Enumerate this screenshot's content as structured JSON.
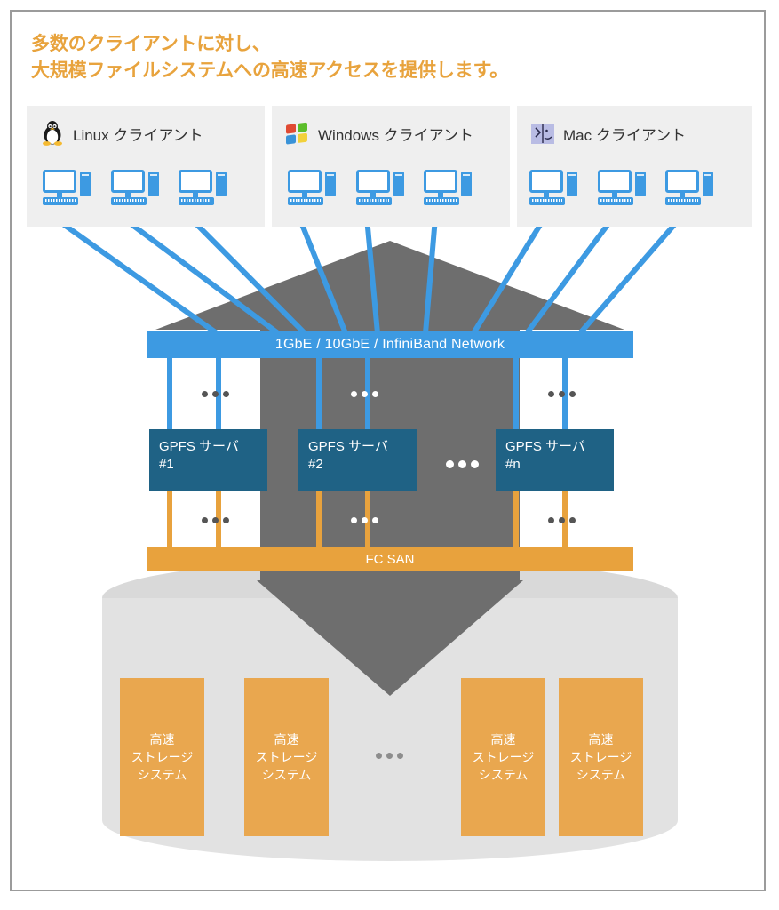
{
  "title": {
    "line1": "多数のクライアントに対し、",
    "line2": "大規模ファイルシステムへの高速アクセスを提供します。",
    "color": "#e8a33d"
  },
  "clients": [
    {
      "id": "linux",
      "label": "Linux クライアント",
      "os_icon": "tux-penguin-icon",
      "count": 3
    },
    {
      "id": "windows",
      "label": "Windows クライアント",
      "os_icon": "windows-flag-icon",
      "count": 3
    },
    {
      "id": "mac",
      "label": "Mac クライアント",
      "os_icon": "mac-finder-face-icon",
      "count": 3
    }
  ],
  "network": {
    "label": "1GbE / 10GbE / InfiniBand Network",
    "color": "#3d9ae2"
  },
  "servers": [
    {
      "id": "srv-1",
      "line1": "GPFS サーバ",
      "line2": "#1"
    },
    {
      "id": "srv-2",
      "line1": "GPFS サーバ",
      "line2": "#2"
    },
    {
      "id": "srv-n",
      "line1": "GPFS サーバ",
      "line2": "#n"
    }
  ],
  "fabric": {
    "label": "FC SAN",
    "color": "#e8a23d"
  },
  "storage": [
    {
      "id": "stg-1",
      "line1": "高速",
      "line2": "ストレージ",
      "line3": "システム"
    },
    {
      "id": "stg-2",
      "line1": "高速",
      "line2": "ストレージ",
      "line3": "システム"
    },
    {
      "id": "stg-3",
      "line1": "高速",
      "line2": "ストレージ",
      "line3": "システム"
    },
    {
      "id": "stg-4",
      "line1": "高速",
      "line2": "ストレージ",
      "line3": "システム"
    }
  ],
  "ellipsis": {
    "glyph": "•••",
    "locations": [
      "above-server-1",
      "above-server-2",
      "above-server-n",
      "between-server-2-and-n",
      "below-server-1",
      "below-server-2",
      "below-server-n",
      "between-storage-2-and-3"
    ]
  },
  "colors": {
    "accent_orange": "#e8a33d",
    "link_blue": "#3d9ae2",
    "server_blue": "#1f6285",
    "storage_orange": "#e9a74f",
    "flow_arrow_gray": "#6e6e6e",
    "cylinder_gray": "#e2e2e2",
    "panel_gray": "#efefef",
    "frame_border": "#9b9b9b"
  }
}
